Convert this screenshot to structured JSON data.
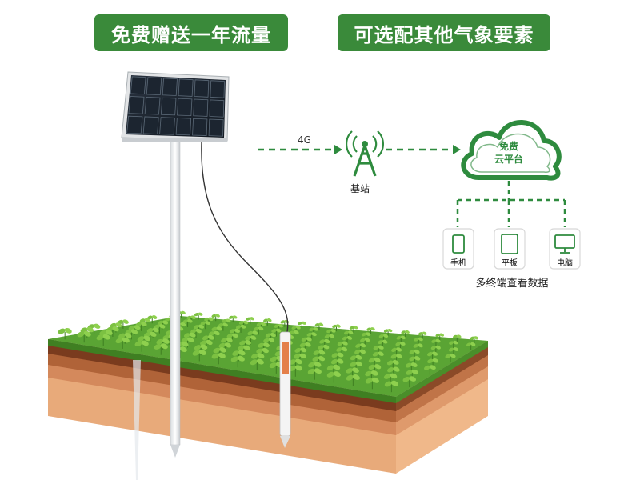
{
  "banners": {
    "left": "免费赠送一年流量",
    "right": "可选配其他气象要素"
  },
  "network": {
    "link_label": "4G",
    "tower_label": "基站",
    "cloud_line1": "免费",
    "cloud_line2": "云平台",
    "devices": [
      {
        "label": "手机",
        "icon": "phone-icon"
      },
      {
        "label": "平板",
        "icon": "tablet-icon"
      },
      {
        "label": "电脑",
        "icon": "monitor-icon"
      }
    ],
    "caption": "多终端查看数据"
  },
  "colors": {
    "brand_green": "#2e8b3e",
    "banner_green": "#3a8a3a",
    "soil_dark": "#7a3b1e",
    "soil_mid": "#a0522d",
    "soil_light": "#e2a070",
    "grass": "#4e9a2c"
  }
}
